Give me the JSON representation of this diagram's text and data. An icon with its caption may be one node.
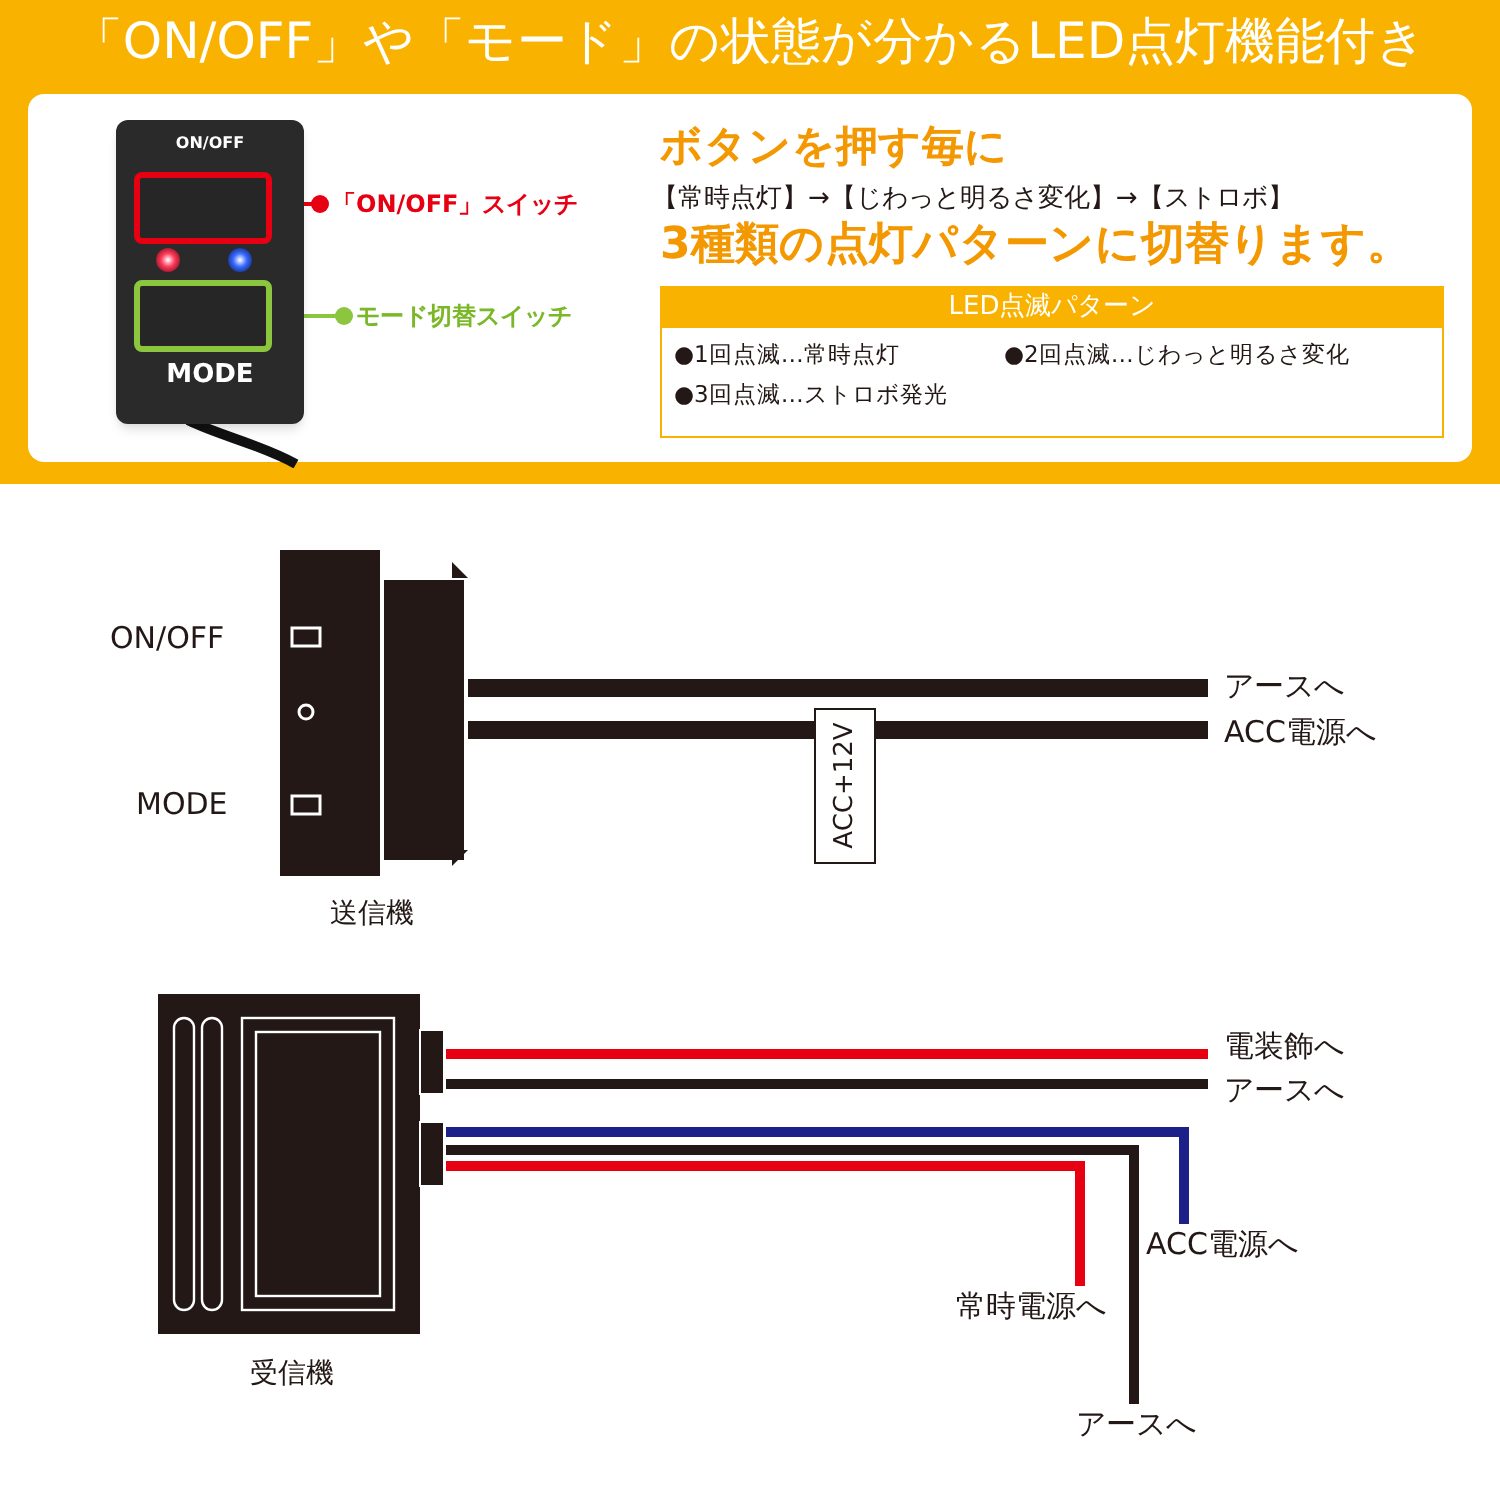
{
  "diagram": {
    "title": "「ON/OFF」や「モード」の状態が分かるLED点灯機能付き",
    "nodes": [
      {
        "text": [
          "ON/OFF",
          "MODE"
        ]
      },
      {
        "text": [],
        "shape": "box",
        "in": 0
      },
      {
        "text": [],
        "shape": "box",
        "in": 0
      },
      {
        "text": [
          "「ON/OFF」スイッチ"
        ]
      },
      {
        "text": [
          "モード切替スイッチ"
        ]
      },
      {
        "text": [
          "LED点滅パターン",
          "●1回点滅…常時点灯",
          "●2回点滅…じわっと明るさ変化",
          "●3回点滅…ストロボ発光"
        ]
      },
      {
        "text": [
          "送信機"
        ]
      },
      {
        "text": [
          "アースへ"
        ]
      },
      {
        "text": [
          "ACC電源へ"
        ]
      },
      {
        "text": [
          "受信機"
        ]
      },
      {
        "text": [
          "電装飾へ"
        ]
      },
      {
        "text": [
          "アースへ"
        ]
      },
      {
        "text": [
          "ACC電源へ"
        ]
      },
      {
        "text": [
          "常時電源へ"
        ]
      },
      {
        "text": [
          "アースへ"
        ]
      }
    ],
    "edges": [
      {
        "from": 1,
        "to": 3,
        "arrow": "other",
        "color": "#e60012"
      },
      {
        "from": 2,
        "to": 4,
        "arrow": "other",
        "color": "#8cc63f"
      },
      {
        "from": 6,
        "to": 7,
        "arrow": "none",
        "style": "thick"
      },
      {
        "from": 6,
        "to": 8,
        "arrow": "none",
        "style": "thick",
        "label": "ACC+12V"
      },
      {
        "from": 9,
        "to": 10,
        "arrow": "none",
        "color": "#e60012"
      },
      {
        "from": 9,
        "to": 11,
        "arrow": "none"
      },
      {
        "from": 9,
        "to": 12,
        "arrow": "none",
        "color": "#1d2088"
      },
      {
        "from": 9,
        "to": 13,
        "arrow": "none",
        "color": "#e60012"
      },
      {
        "from": 9,
        "to": 14,
        "arrow": "none"
      }
    ],
    "labels": [
      "ボタンを押す毎に",
      "【常時点灯】→【じわっと明るさ変化】→【ストロボ】",
      "3種類の点灯パターンに切替ります。",
      "ON/OFF",
      "MODE"
    ]
  }
}
